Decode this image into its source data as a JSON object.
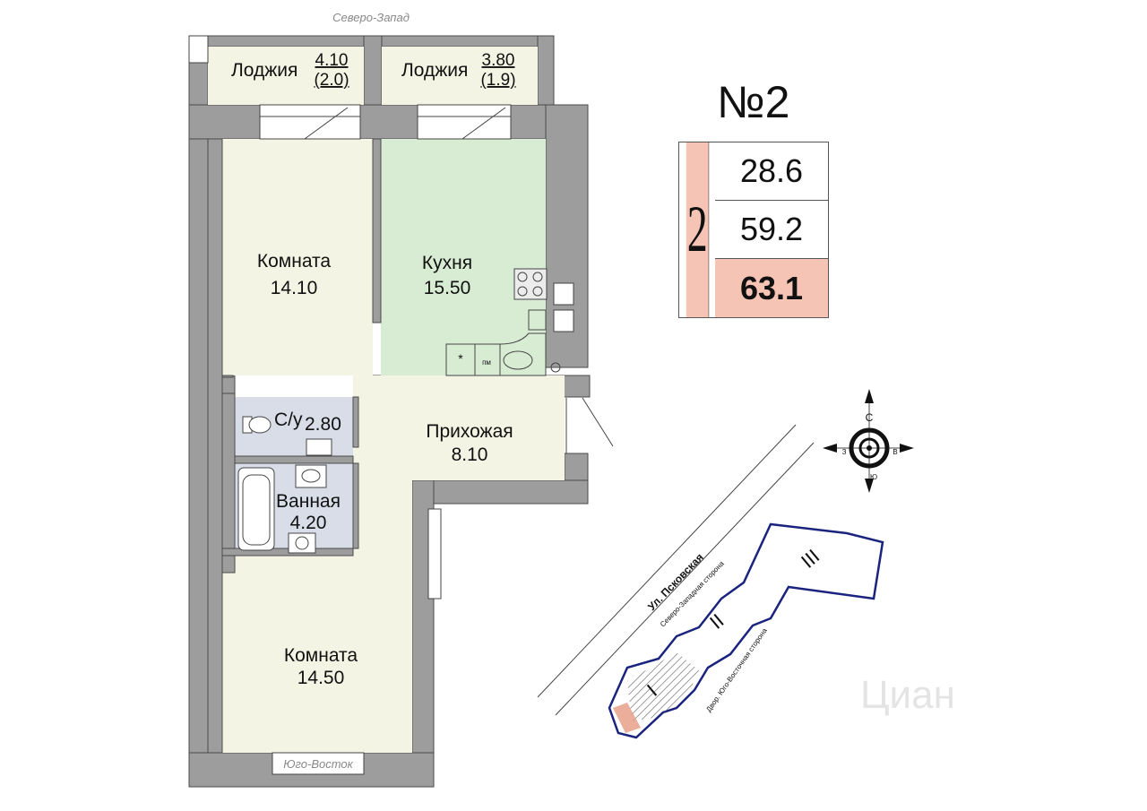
{
  "apartment": {
    "number": "№2",
    "rooms": "2",
    "living_area": "28.6",
    "total_area": "59.2",
    "total_area_with_loggias": "63.1"
  },
  "orientation": {
    "top": "Северо-Запад",
    "bottom": "Юго-Восток"
  },
  "rooms": {
    "loggia_left": {
      "name": "Лоджия",
      "area": "4.10",
      "reduced_area": "(2.0)"
    },
    "loggia_right": {
      "name": "Лоджия",
      "area": "3.80",
      "reduced_area": "(1.9)"
    },
    "room_top": {
      "name": "Комната",
      "area": "14.10"
    },
    "kitchen": {
      "name": "Кухня",
      "area": "15.50"
    },
    "wc": {
      "name": "С/у",
      "area": "2.80"
    },
    "hall": {
      "name": "Прихожая",
      "area": "8.10"
    },
    "bathroom": {
      "name": "Ванная",
      "area": "4.20"
    },
    "room_bottom": {
      "name": "Комната",
      "area": "14.50"
    }
  },
  "kitchen_fixtures": {
    "fridge_label": "*",
    "dishwasher_label": "пм"
  },
  "compass": {
    "north": "С",
    "south": "Ю",
    "west": "З",
    "east": "В"
  },
  "site_plan": {
    "street": "Ул. Псковская",
    "northwest_side": "Северо-Западная сторона",
    "courtyard": "Двор. Юго-Восточная сторона",
    "sections": [
      "I",
      "II",
      "III"
    ]
  },
  "colors": {
    "wall": "#9d9d9d",
    "floor": "#f4f4e4",
    "kitchen": "#d8ecd4",
    "wet_zone": "#d8dde8",
    "highlight": "#f6c4b4",
    "site_outline": "#1a237e"
  },
  "watermark": "Циан"
}
